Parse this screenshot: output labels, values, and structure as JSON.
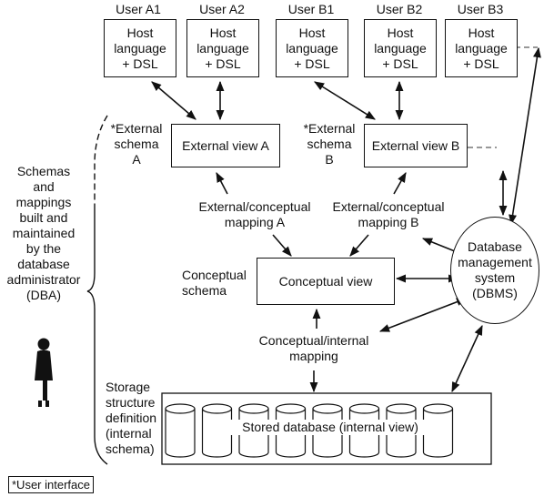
{
  "users": [
    {
      "label": "User A1",
      "host": [
        "Host",
        "language",
        "+ DSL"
      ]
    },
    {
      "label": "User A2",
      "host": [
        "Host",
        "language",
        "+ DSL"
      ]
    },
    {
      "label": "User B1",
      "host": [
        "Host",
        "language",
        "+ DSL"
      ]
    },
    {
      "label": "User B2",
      "host": [
        "Host",
        "language",
        "+ DSL"
      ]
    },
    {
      "label": "User B3",
      "host": [
        "Host",
        "language",
        "+ DSL"
      ]
    }
  ],
  "external_schema_a": [
    "*External",
    "schema",
    "A"
  ],
  "external_schema_b": [
    "*External",
    "schema",
    "B"
  ],
  "external_view_a": "External view A",
  "external_view_b": "External view B",
  "mapping_a": [
    "External/conceptual",
    "mapping A"
  ],
  "mapping_b": [
    "External/conceptual",
    "mapping B"
  ],
  "conceptual_schema": [
    "Conceptual",
    "schema"
  ],
  "conceptual_view": "Conceptual view",
  "conceptual_internal_mapping": [
    "Conceptual/internal",
    "mapping"
  ],
  "storage_definition": [
    "Storage",
    "structure",
    "definition",
    "(internal",
    "schema)"
  ],
  "stored_database": "Stored database (internal view)",
  "dbms": [
    "Database",
    "management",
    "system",
    "(DBMS)"
  ],
  "dba_note": [
    "Schemas",
    "and",
    "mappings",
    "built and",
    "maintained",
    "by the",
    "database",
    "administrator",
    "(DBA)"
  ],
  "footnote": "*User interface"
}
